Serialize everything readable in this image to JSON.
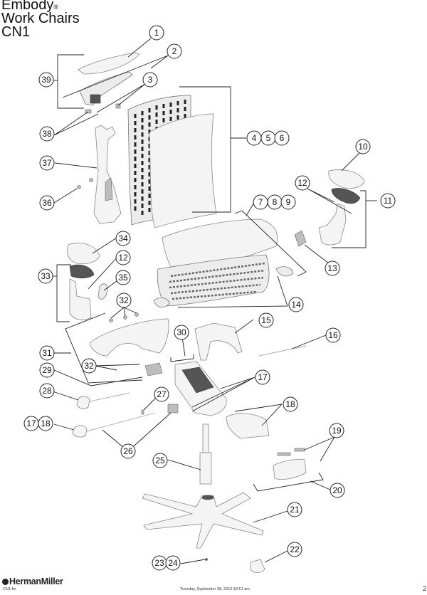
{
  "header": {
    "brand_title": "Embody",
    "registered_mark": "®",
    "subtitle": "Work Chairs",
    "model_code": "CN1"
  },
  "callouts": {
    "c1": "1",
    "c2": "2",
    "c3": "3",
    "c4": "4",
    "c5": "5",
    "c6": "6",
    "c7": "7",
    "c8": "8",
    "c9": "9",
    "c10": "10",
    "c11": "11",
    "c12a": "12",
    "c12b": "12",
    "c13": "13",
    "c14": "14",
    "c15": "15",
    "c16": "16",
    "c17a": "17",
    "c17b": "17",
    "c18a": "18",
    "c18b": "18",
    "c19": "19",
    "c20": "20",
    "c21": "21",
    "c22": "22",
    "c23": "23",
    "c24": "24",
    "c25": "25",
    "c26": "26",
    "c27": "27",
    "c28": "28",
    "c29": "29",
    "c30": "30",
    "c31": "31",
    "c32a": "32",
    "c32b": "32",
    "c33": "33",
    "c34": "34",
    "c35": "35",
    "c36": "36",
    "c37": "37",
    "c38": "38",
    "c39": "39"
  },
  "footer": {
    "brand": "HermanMiller",
    "file_name": "CN1.fm",
    "timestamp": "Tuesday, September 28, 2010 10:51 am",
    "page_number": "2"
  }
}
